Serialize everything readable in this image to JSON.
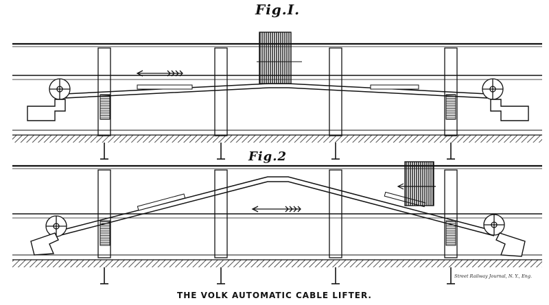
{
  "figure_1": {
    "label": "Fig.I."
  },
  "figure_2": {
    "label": "Fig.2"
  },
  "caption": "THE VOLK AUTOMATIC CABLE LIFTER.",
  "credit": "Street Railway Journal, N. Y., Eng."
}
